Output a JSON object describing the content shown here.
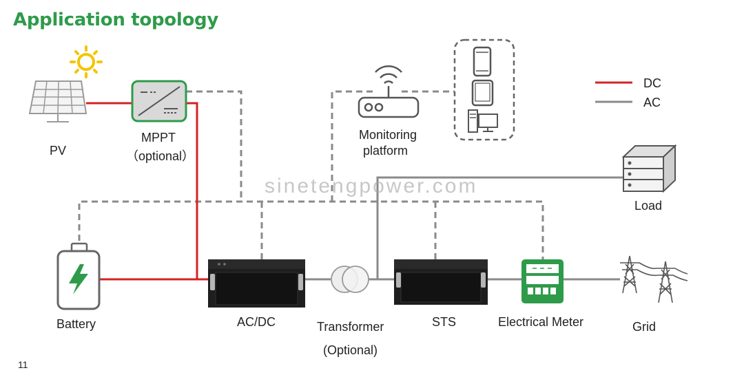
{
  "title": "Application topology",
  "watermark": "sinetengpower.com",
  "page_number": "11",
  "legend": {
    "dc": "DC",
    "ac": "AC"
  },
  "colors": {
    "title": "#2e9b4a",
    "dc_line": "#d42222",
    "ac_line": "#8a8a8a",
    "comm_line": "#8a8a8a",
    "meter": "#2e9b4a",
    "sun": "#f5c400"
  },
  "nodes": {
    "pv": "PV",
    "mppt": "MPPT",
    "mppt_note": "（optional）",
    "monitoring_line1": "Monitoring",
    "monitoring_line2": "platform",
    "battery": "Battery",
    "acdc": "AC/DC",
    "transformer": "Transformer",
    "transformer_note": "(Optional)",
    "sts": "STS",
    "meter": "Electrical Meter",
    "grid": "Grid",
    "load": "Load"
  }
}
